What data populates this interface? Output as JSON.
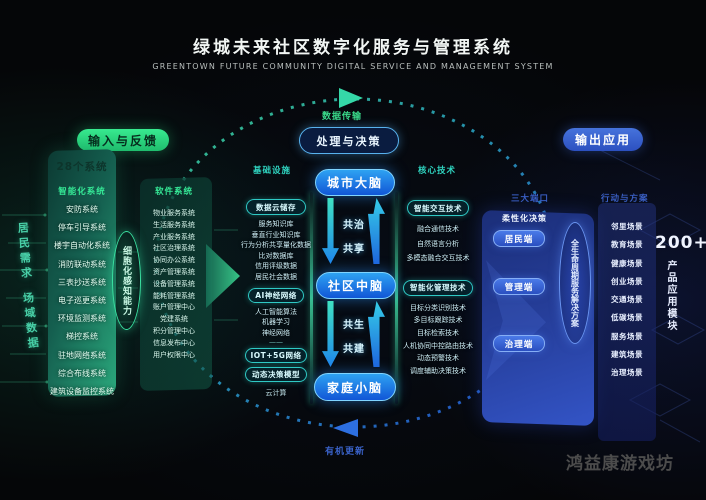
{
  "title": "绿城未来社区数字化服务与管理系统",
  "subtitle": "GREENTOWN FUTURE COMMUNITY DIGITAL SERVICE AND MANAGEMENT SYSTEM",
  "watermark": "鸿益康游戏坊",
  "colors": {
    "accent_green": "#35e896",
    "accent_blue": "#2d6fe0",
    "brain_blue": "#1e90e0"
  },
  "ring": {
    "top_label": "数据传输",
    "bottom_label": "有机更新"
  },
  "input": {
    "header": "输入与反馈",
    "side_labels": [
      "居民需求",
      "场域数据"
    ],
    "panel_title": "28个系统",
    "smart_title": "智能化系统",
    "smart_items": [
      "安防系统",
      "停车引导系统",
      "楼宇自动化系统",
      "消防联动系统",
      "三表抄送系统",
      "电子巡更系统",
      "环境监测系统",
      "梯控系统",
      "驻地网络系统",
      "综合布线系统",
      "建筑设备监控系统"
    ],
    "capability": "细胞化感知能力",
    "software_title": "软件系统",
    "software_items": [
      "物业服务系统",
      "生活服务系统",
      "产业服务系统",
      "社区治理系统",
      "协同办公系统",
      "资产管理系统",
      "设备管理系统",
      "能耗管理系统",
      "账户管理中心",
      "党建系统",
      "积分管理中心",
      "信息发布中心",
      "用户权限中心"
    ]
  },
  "process": {
    "header": "处理与决策",
    "infra_title": "基础设施",
    "core_title": "核心技术",
    "brains": {
      "city": "城市大脑",
      "community": "社区中脑",
      "family": "家庭小脑"
    },
    "links": {
      "a1": "共治",
      "a2": "共享",
      "b1": "共生",
      "b2": "共建"
    },
    "infra": {
      "group1_label": "数据云储存",
      "group1_items": [
        "服务知识库",
        "垂直行业知识库",
        "行为分析共享量化数据",
        "比对数据库",
        "信用评级数据",
        "居民社会数据"
      ],
      "group2_label": "AI神经网络",
      "group2_items": [
        "人工智能算法",
        "机器学习",
        "神经网络"
      ],
      "group3_label": "IOT+5G网络",
      "group4_label": "动态决策模型",
      "footer": "云计算"
    },
    "core": {
      "group1_label": "智能交互技术",
      "group1_items": [
        "融合通信技术",
        "自然语言分析",
        "多模态融合交互技术"
      ],
      "group2_label": "智能化管理技术",
      "group2_items": [
        "目标分类识别技术",
        "多目标跟踪技术",
        "目标检索技术",
        "人机协同中控路由技术",
        "动态预警技术",
        "调度辅助决策技术"
      ]
    }
  },
  "output": {
    "header": "输出应用",
    "ports_label": "三大端口",
    "flex_label": "柔性化决策",
    "ports": [
      "居民端",
      "管理端",
      "治理端"
    ],
    "lifecycle": "全生命周期服务解决方案",
    "action_title": "行动与方案",
    "action_items": [
      "邻里场景",
      "教育场景",
      "健康场景",
      "创业场景",
      "交通场景",
      "低碳场景",
      "服务场景",
      "建筑场景",
      "治理场景"
    ],
    "modules_count": "200+",
    "modules_label": "产品应用模块"
  }
}
